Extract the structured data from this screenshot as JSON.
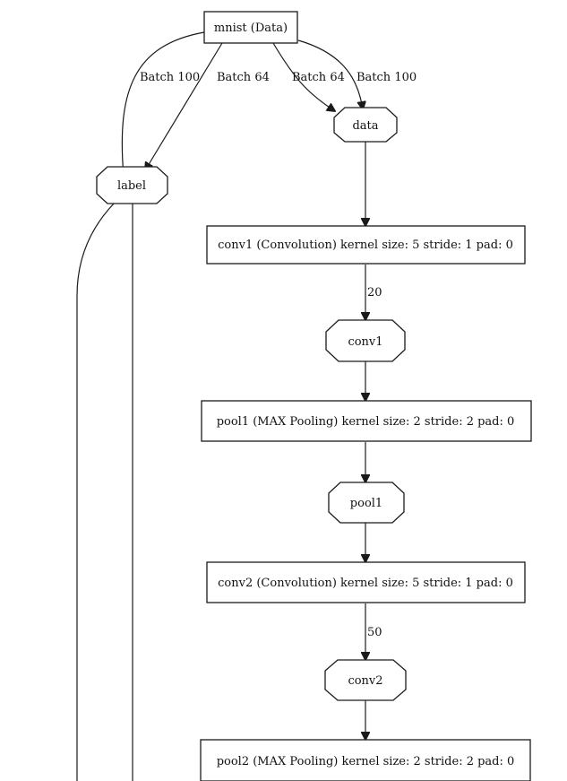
{
  "diagram": {
    "nodes": {
      "mnist": "mnist (Data)",
      "data": "data",
      "label": "label",
      "conv1_layer": "conv1 (Convolution) kernel size: 5 stride: 1 pad: 0",
      "conv1_blob": "conv1",
      "pool1_layer": "pool1 (MAX Pooling) kernel size: 2 stride: 2 pad: 0",
      "pool1_blob": "pool1",
      "conv2_layer": "conv2 (Convolution) kernel size: 5 stride: 1 pad: 0",
      "conv2_blob": "conv2",
      "pool2_layer": "pool2 (MAX Pooling) kernel size: 2 stride: 2 pad: 0"
    },
    "edge_labels": {
      "mnist_label_batch100": "Batch 100",
      "mnist_label_batch64": "Batch 64",
      "mnist_data_batch64": "Batch 64",
      "mnist_data_batch100": "Batch 100",
      "conv1_out": "20",
      "conv2_out": "50"
    }
  }
}
